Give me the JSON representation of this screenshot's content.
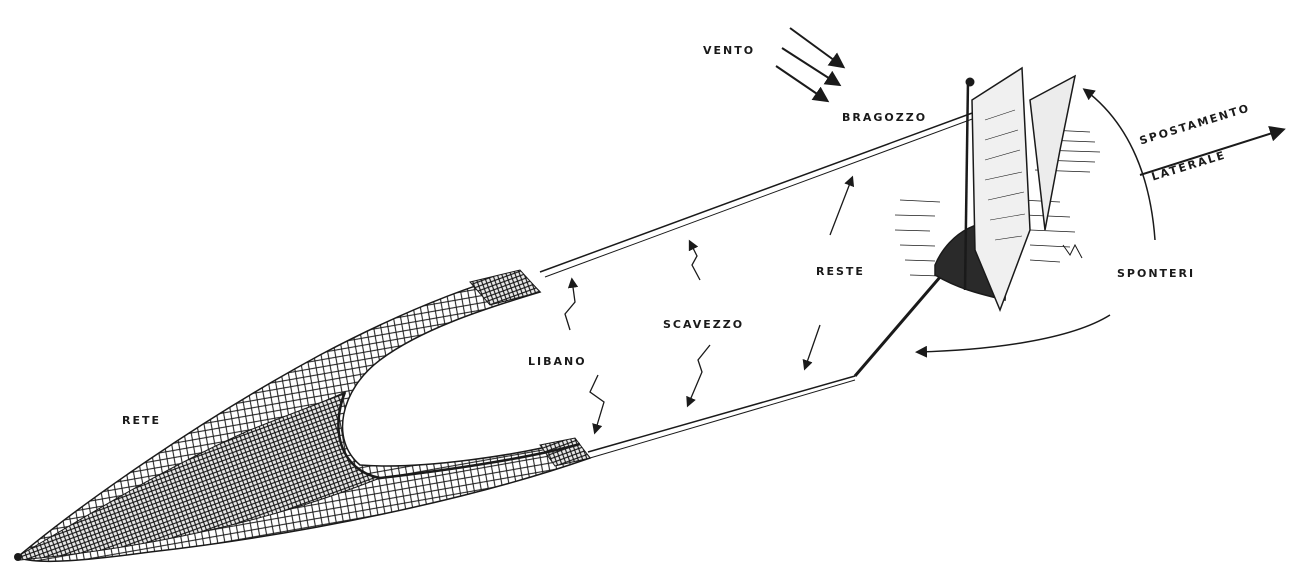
{
  "labels": {
    "vento": "VENTO",
    "bragozzo": "BRAGOZZO",
    "spostamento": "SPOSTAMENTO",
    "laterale": "LATERALE",
    "reste": "RESTE",
    "sponteri": "SPONTERI",
    "scavezzo": "SCAVEZZO",
    "libano": "LIBANO",
    "rete": "RETE"
  },
  "colors": {
    "ink": "#1a1a1a",
    "background": "#ffffff"
  }
}
